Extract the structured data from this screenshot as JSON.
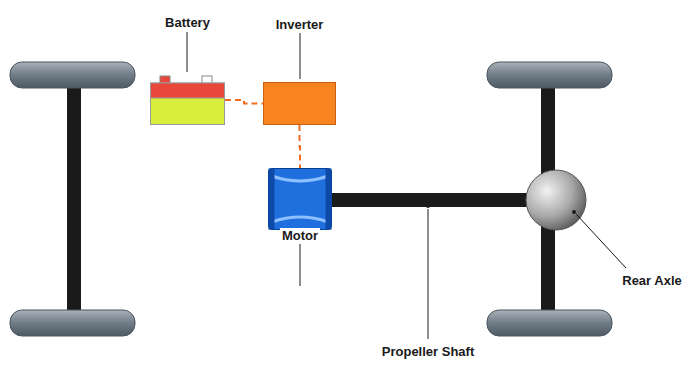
{
  "diagram": {
    "nodes": [
      {
        "text": [
          "Battery"
        ]
      },
      {
        "text": [
          "Inverter"
        ]
      },
      {
        "text": [
          "Motor"
        ]
      }
    ],
    "edges": [
      {
        "from": 0,
        "to": 1,
        "arrow": "none"
      },
      {
        "from": 1,
        "to": 2,
        "arrow": "none"
      }
    ],
    "labels": [
      "Propeller Shaft",
      "Rear Axle"
    ]
  }
}
